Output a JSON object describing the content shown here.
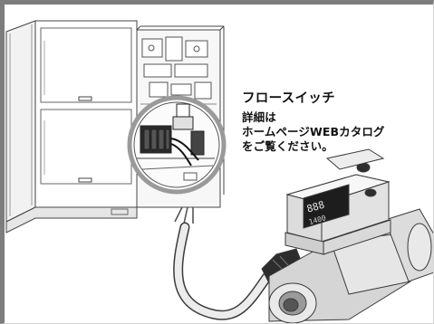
{
  "caption": {
    "title": "フロースイッチ",
    "lines": [
      "詳細は",
      "ホームページWEBカタログ",
      "をご覧ください。"
    ]
  },
  "display": {
    "primary": "888",
    "secondary": "1400"
  },
  "colors": {
    "frame": "#7d7d7d",
    "outline": "#3a3a3a",
    "device_body": "#e4e4e4",
    "device_shadow": "#c8c8c8",
    "screen": "#1d1d1d",
    "cable": "#e8e8e8"
  }
}
